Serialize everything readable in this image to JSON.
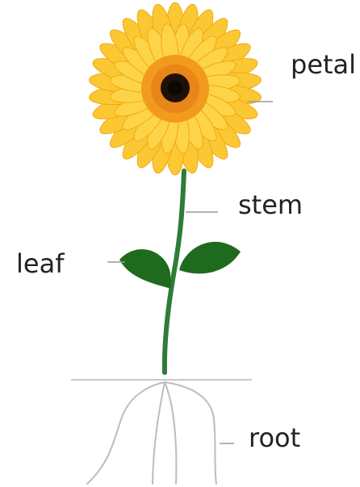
{
  "diagram": {
    "labels": {
      "petal": "petal",
      "stem": "stem",
      "leaf": "leaf",
      "root": "root"
    }
  },
  "colors": {
    "petal": "#FBC833",
    "petal_edge": "#F0A814",
    "inner_ring": "#F29A1C",
    "center": "#1E1208",
    "stem": "#2E7D36",
    "leaf": "#1E6B1E",
    "root": "#BDBDBD",
    "soil_line": "#C8C8C8",
    "leader_line": "#9A9A9A"
  },
  "icons": [
    "sunflower-icon"
  ]
}
